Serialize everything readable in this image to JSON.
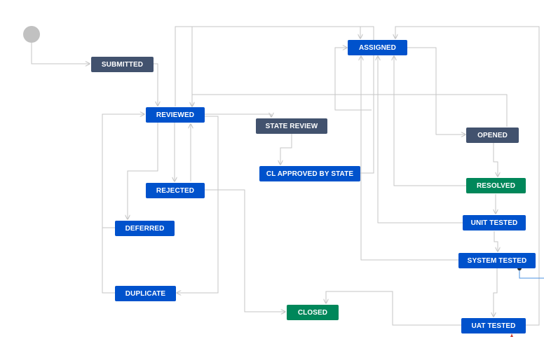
{
  "colors": {
    "todo": "#42526e",
    "in_progress": "#0052cc",
    "done": "#00875a",
    "edge": "#c6c6c6",
    "start": "#c1c1c1",
    "selected_edge": "#4a90e2"
  },
  "statuses": {
    "submitted": "SUBMITTED",
    "reviewed": "REVIEWED",
    "state_review": "STATE REVIEW",
    "cl_approved": "CL APPROVED BY STATE",
    "rejected": "REJECTED",
    "deferred": "DEFERRED",
    "duplicate": "DUPLICATE",
    "closed": "CLOSED",
    "assigned": "ASSIGNED",
    "opened": "OPENED",
    "resolved": "RESOLVED",
    "unit_tested": "UNIT TESTED",
    "system_tested": "SYSTEM TESTED",
    "uat_tested": "UAT TESTED"
  },
  "transitions": [
    {
      "from": "start",
      "to": "SUBMITTED"
    },
    {
      "from": "SUBMITTED",
      "to": "REVIEWED"
    },
    {
      "from": "REVIEWED",
      "to": "STATE REVIEW"
    },
    {
      "from": "REVIEWED",
      "to": "REJECTED"
    },
    {
      "from": "REVIEWED",
      "to": "DEFERRED"
    },
    {
      "from": "REVIEWED",
      "to": "DUPLICATE"
    },
    {
      "from": "REVIEWED",
      "to": "ASSIGNED"
    },
    {
      "from": "REJECTED",
      "to": "REVIEWED"
    },
    {
      "from": "REJECTED",
      "to": "CLOSED"
    },
    {
      "from": "DEFERRED",
      "to": "REVIEWED"
    },
    {
      "from": "DUPLICATE",
      "to": "REVIEWED"
    },
    {
      "from": "STATE REVIEW",
      "to": "CL APPROVED BY STATE"
    },
    {
      "from": "CL APPROVED BY STATE",
      "to": "ASSIGNED"
    },
    {
      "from": "ASSIGNED",
      "to": "OPENED"
    },
    {
      "from": "ASSIGNED",
      "to": "REVIEWED"
    },
    {
      "from": "OPENED",
      "to": "RESOLVED"
    },
    {
      "from": "OPENED",
      "to": "REVIEWED"
    },
    {
      "from": "RESOLVED",
      "to": "ASSIGNED"
    },
    {
      "from": "RESOLVED",
      "to": "UNIT TESTED"
    },
    {
      "from": "UNIT TESTED",
      "to": "ASSIGNED"
    },
    {
      "from": "UNIT TESTED",
      "to": "SYSTEM TESTED"
    },
    {
      "from": "SYSTEM TESTED",
      "to": "ASSIGNED"
    },
    {
      "from": "SYSTEM TESTED",
      "to": "UAT TESTED"
    },
    {
      "from": "UAT TESTED",
      "to": "CLOSED"
    },
    {
      "from": "UAT TESTED",
      "to": "ASSIGNED"
    }
  ]
}
